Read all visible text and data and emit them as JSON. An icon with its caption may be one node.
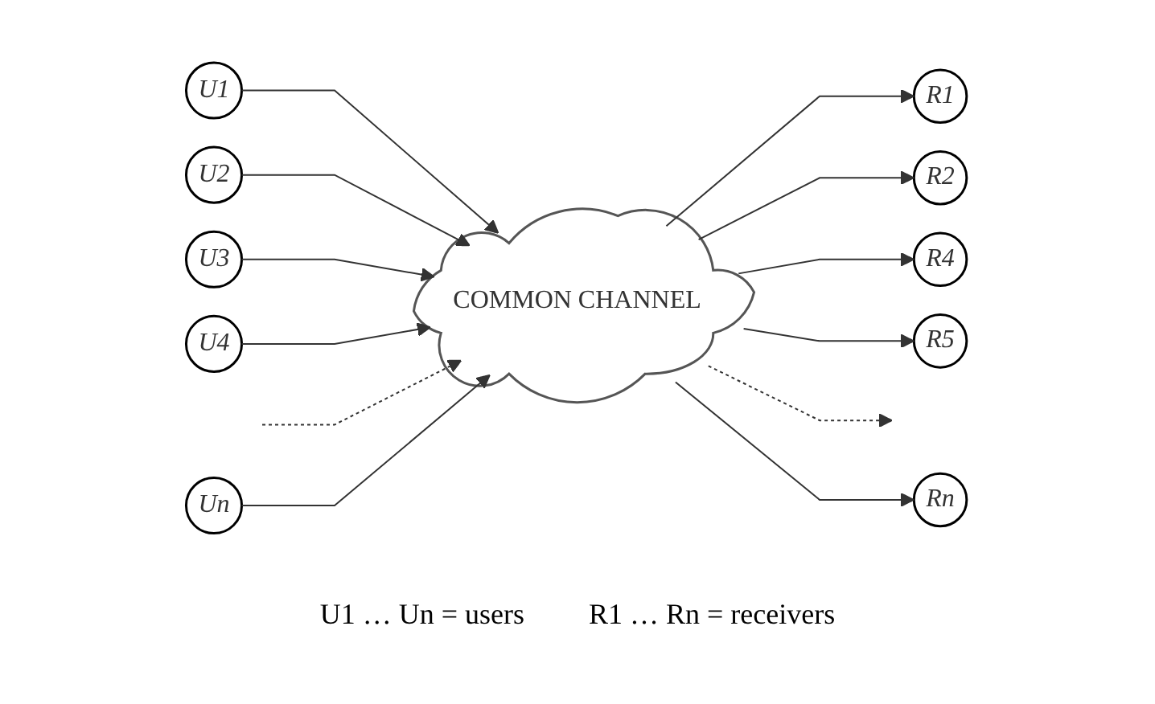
{
  "diagram": {
    "nodes": [
      {
        "text": [
          "U1"
        ]
      },
      {
        "text": [
          "U2"
        ]
      },
      {
        "text": [
          "U3"
        ]
      },
      {
        "text": [
          "U4"
        ]
      },
      {
        "text": [
          "Un"
        ]
      },
      {
        "text": [
          "COMMON CHANNEL"
        ]
      },
      {
        "text": [
          "R1"
        ]
      },
      {
        "text": [
          "R2"
        ]
      },
      {
        "text": [
          "R4"
        ]
      },
      {
        "text": [
          "R5"
        ]
      },
      {
        "text": [
          "Rn"
        ]
      }
    ],
    "edges": [
      {
        "from": 0,
        "to": 5,
        "arrow": "to"
      },
      {
        "from": 1,
        "to": 5,
        "arrow": "to"
      },
      {
        "from": 2,
        "to": 5,
        "arrow": "to"
      },
      {
        "from": 3,
        "to": 5,
        "arrow": "to"
      },
      {
        "from": null,
        "to": 5,
        "arrow": "to",
        "style": "dashed"
      },
      {
        "from": 4,
        "to": 5,
        "arrow": "to"
      },
      {
        "from": 5,
        "to": 6,
        "arrow": "to"
      },
      {
        "from": 5,
        "to": 7,
        "arrow": "to"
      },
      {
        "from": 5,
        "to": 8,
        "arrow": "to"
      },
      {
        "from": 5,
        "to": 9,
        "arrow": "to"
      },
      {
        "from": 5,
        "to": null,
        "arrow": "to",
        "style": "dashed"
      },
      {
        "from": 5,
        "to": 10,
        "arrow": "to"
      }
    ],
    "labels": [
      "U1 … Un = users",
      "R1 … Rn = receivers"
    ]
  }
}
